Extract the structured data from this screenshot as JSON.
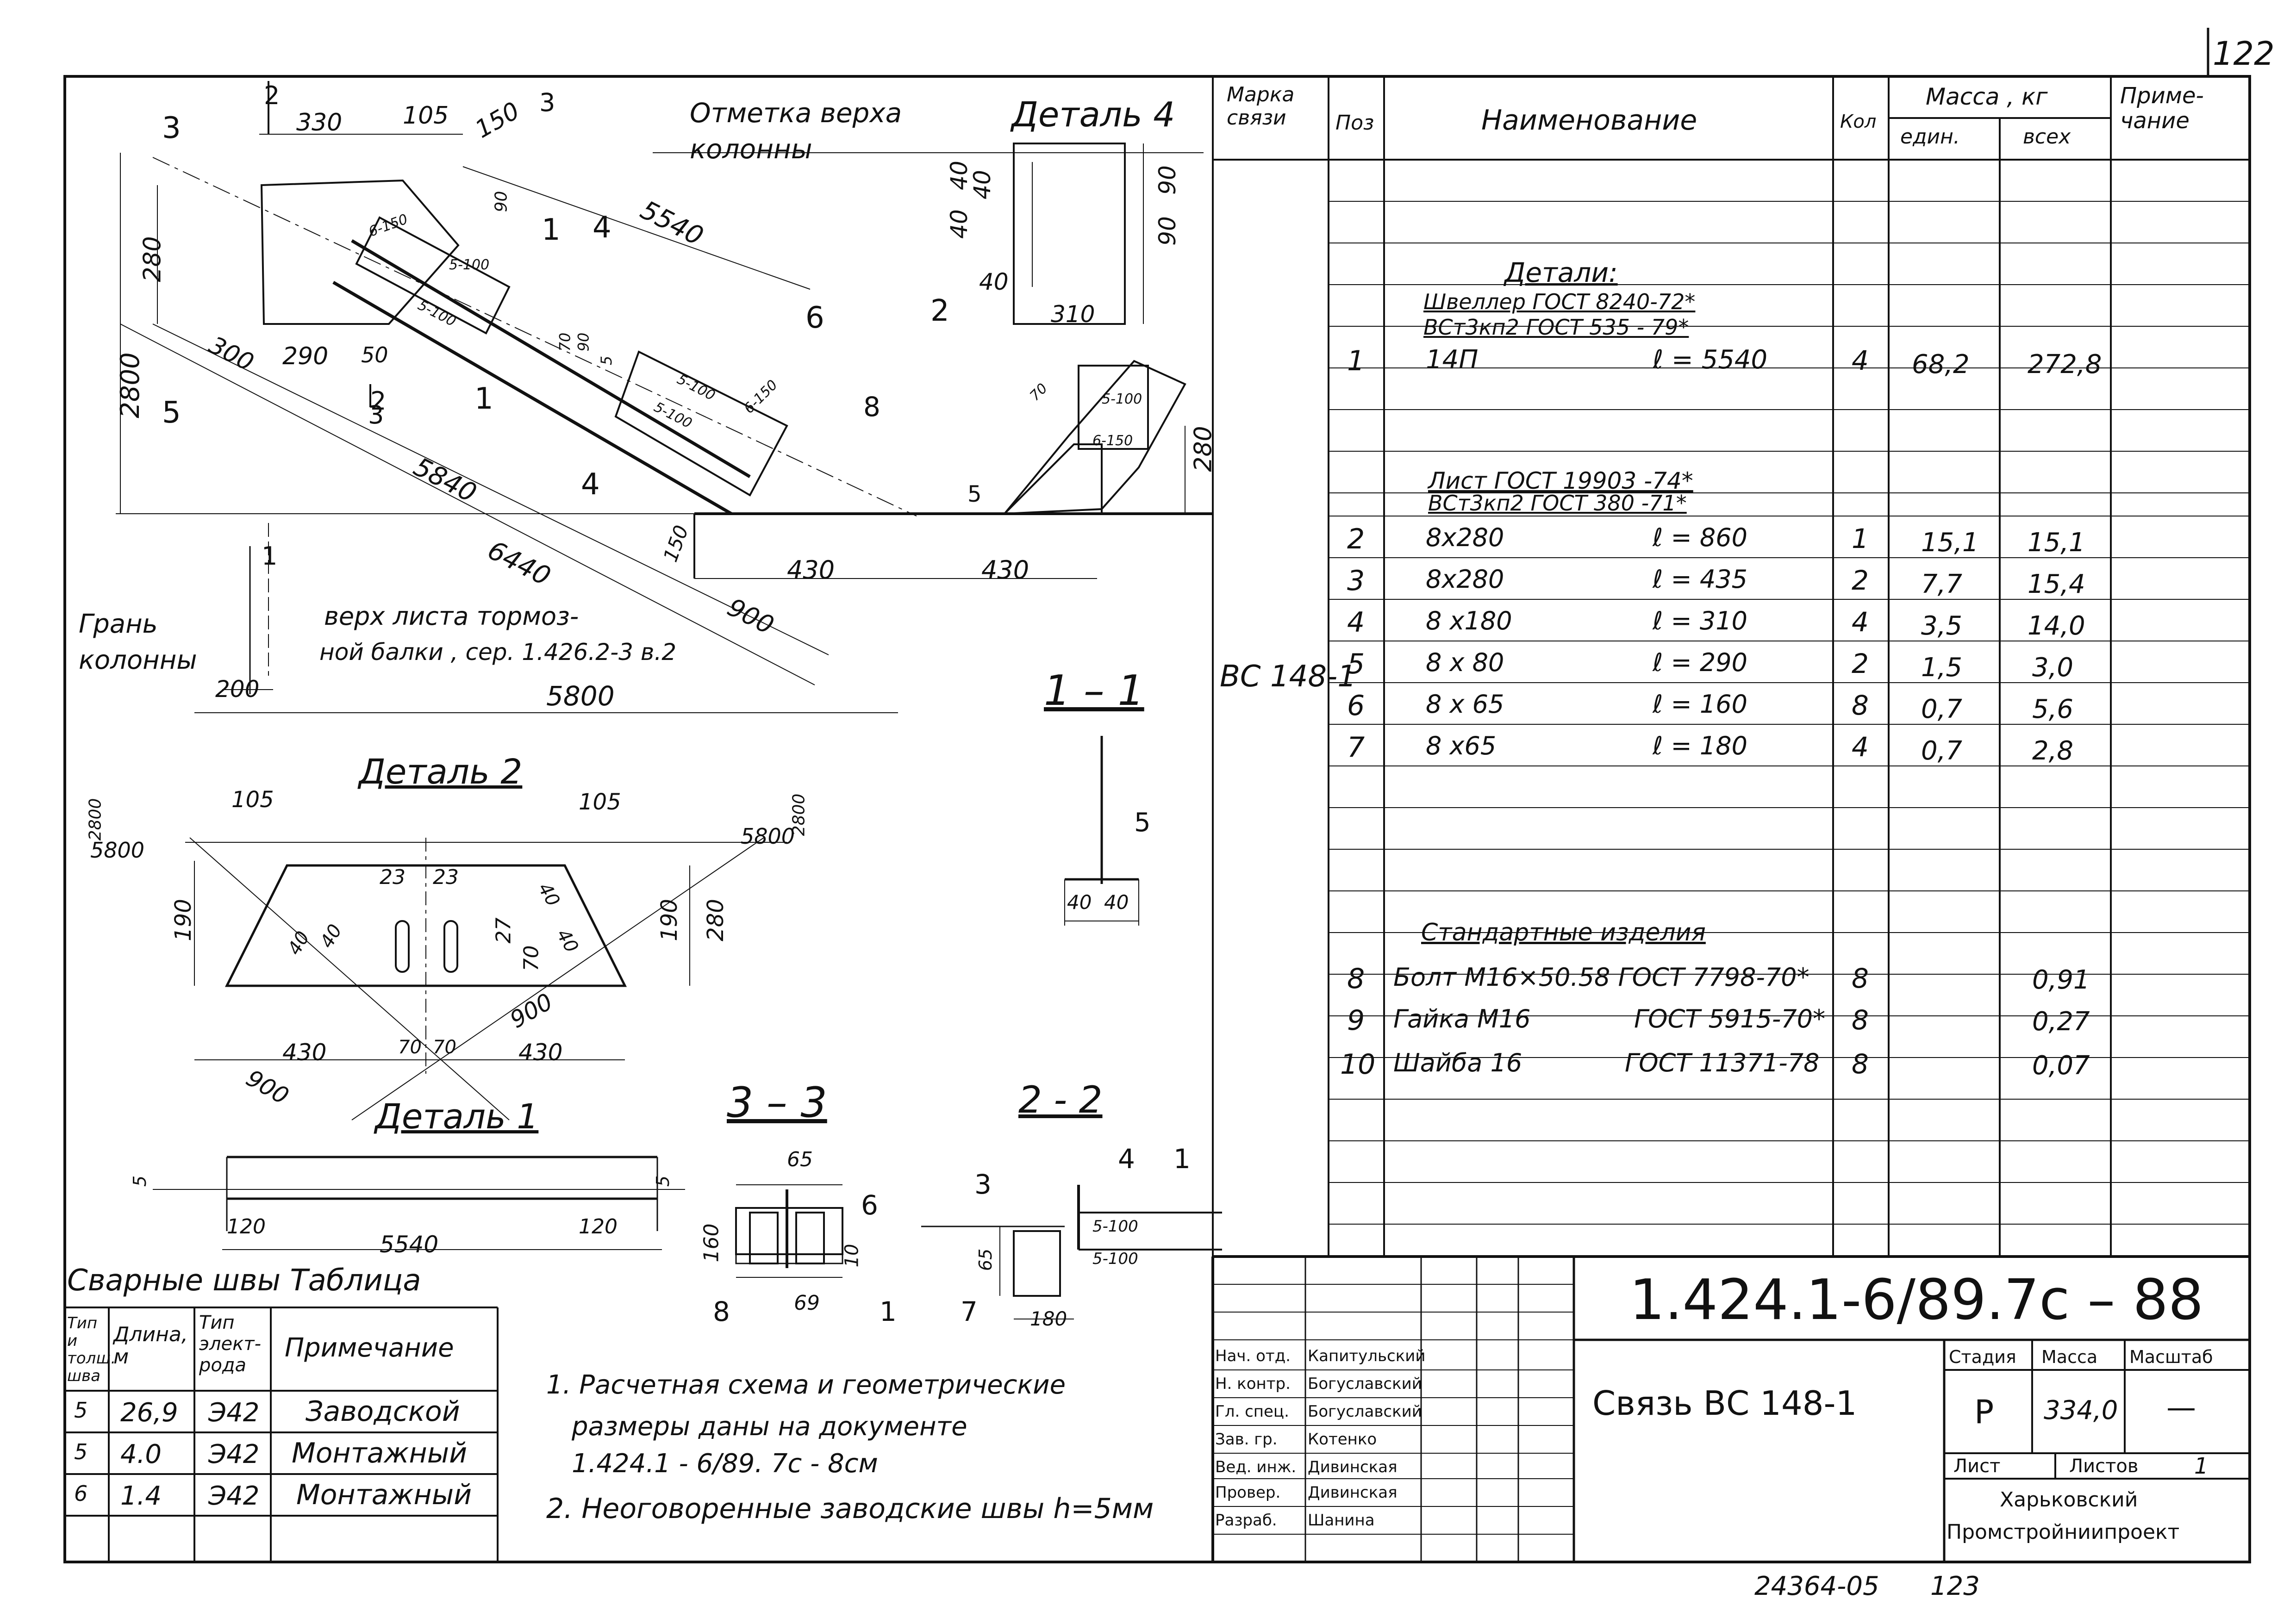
{
  "sheet": {
    "page_number": "122",
    "bottom_code": "24364-05",
    "bottom_page": "123"
  },
  "main_drawing": {
    "labels": {
      "col_top": "Отметка верха колонны",
      "detail4": "Деталь 4",
      "col_face": "Грань колонны",
      "beam_top": [
        "верх листа тормоз-",
        "ной балки , сер. 1.426.2-3 в.2"
      ]
    },
    "dims": [
      "330",
      "105",
      "150",
      "5540",
      "280",
      "2800",
      "300",
      "290",
      "50",
      "5840",
      "6440",
      "900",
      "430",
      "430",
      "5800",
      "200",
      "150",
      "280",
      "6-150",
      "5-100",
      "5-100",
      "5-100",
      "6-150",
      "5-100",
      "5-100",
      "6-150",
      "70",
      "70",
      "90",
      "90",
      "5"
    ],
    "position_marks": [
      "3",
      "1",
      "4",
      "5",
      "6",
      "2",
      "8",
      "4",
      "1",
      "5"
    ],
    "section_marks": [
      "2",
      "3",
      "2",
      "3",
      "1"
    ],
    "detail4_dims": [
      "40",
      "40",
      "90",
      "90",
      "40",
      "40",
      "310"
    ]
  },
  "detail2": {
    "title": "Деталь 2",
    "dims": [
      "105",
      "105",
      "2800",
      "5800",
      "5800",
      "2800",
      "190",
      "190",
      "280",
      "23",
      "23",
      "27",
      "70",
      "40",
      "40",
      "40",
      "40",
      "430",
      "430",
      "70",
      "70",
      "900",
      "900"
    ]
  },
  "section_1_1": {
    "title": "1 – 1",
    "dims": [
      "40",
      "40"
    ],
    "mark": "5"
  },
  "section_3_3": {
    "title": "3 – 3",
    "dims": [
      "65",
      "160",
      "10",
      "69"
    ],
    "marks": [
      "6",
      "8",
      "1"
    ]
  },
  "section_2_2": {
    "title": "2 - 2",
    "dims": [
      "5-100",
      "5-100",
      "65",
      "180"
    ],
    "marks": [
      "3",
      "4",
      "1",
      "7"
    ]
  },
  "detail1": {
    "title": "Деталь 1",
    "dims": [
      "5",
      "5",
      "120",
      "120",
      "5540"
    ]
  },
  "welds_table": {
    "title": "Сварные швы   Таблица",
    "headers": [
      "Тип и толщ. шва",
      "Длина, м",
      "Тип элект- рода",
      "Примечание"
    ],
    "rows": [
      {
        "type": "5",
        "length": "26,9",
        "electrode": "Э42",
        "note": "Заводской"
      },
      {
        "type": "5",
        "length": "4.0",
        "electrode": "Э42",
        "note": "Монтажный"
      },
      {
        "type": "6",
        "length": "1.4",
        "electrode": "Э42",
        "note": "Монтажный"
      }
    ]
  },
  "notes": [
    "1. Расчетная схема и геометрические",
    "размеры даны на документе",
    "1.424.1 - 6/89. 7с - 8см",
    "2. Неоговоренные заводские швы h=5мм"
  ],
  "spec_table": {
    "headers": {
      "mark": "Марка связи",
      "pos": "Поз",
      "name": "Наименование",
      "qty": "Кол",
      "mass": "Масса , кг",
      "mass_unit": "един.",
      "mass_total": "всех",
      "note": "Приме- чание"
    },
    "mark_value": "ВС 148-1",
    "sections": {
      "details": "Детали:",
      "channel_1": "Швеллер      ГОСТ 8240-72*",
      "channel_2": "ВСт3кп2       ГОСТ 535 - 79*",
      "sheet_1": "Лист          ГОСТ 19903 -74*",
      "sheet_2": "ВСт3кп2          ГОСТ 380 -71*",
      "standard": "Стандартные   изделия"
    },
    "rows": [
      {
        "pos": "1",
        "name": "14П",
        "len": "ℓ = 5540",
        "qty": "4",
        "unit": "68,2",
        "total": "272,8"
      },
      {
        "pos": "2",
        "name": "8х280",
        "len": "ℓ = 860",
        "qty": "1",
        "unit": "15,1",
        "total": "15,1"
      },
      {
        "pos": "3",
        "name": "8х280",
        "len": "ℓ = 435",
        "qty": "2",
        "unit": "7,7",
        "total": "15,4"
      },
      {
        "pos": "4",
        "name": "8 х180",
        "len": "ℓ = 310",
        "qty": "4",
        "unit": "3,5",
        "total": "14,0"
      },
      {
        "pos": "5",
        "name": "8 х 80",
        "len": "ℓ = 290",
        "qty": "2",
        "unit": "1,5",
        "total": "3,0"
      },
      {
        "pos": "6",
        "name": "8 х 65",
        "len": "ℓ = 160",
        "qty": "8",
        "unit": "0,7",
        "total": "5,6"
      },
      {
        "pos": "7",
        "name": "8 х65",
        "len": "ℓ = 180",
        "qty": "4",
        "unit": "0,7",
        "total": "2,8"
      },
      {
        "pos": "8",
        "name": "Болт М16×50.58 ГОСТ 7798-70*",
        "len": "",
        "qty": "8",
        "unit": "",
        "total": "0,91"
      },
      {
        "pos": "9",
        "name": "Гайка М16",
        "len": "ГОСТ 5915-70*",
        "qty": "8",
        "unit": "",
        "total": "0,27"
      },
      {
        "pos": "10",
        "name": "Шайба 16",
        "len": "ГОСТ 11371-78",
        "qty": "8",
        "unit": "",
        "total": "0,07"
      }
    ]
  },
  "title_block": {
    "code": "1.424.1-6/89.7с – 88",
    "name": "Связь ВС 148-1",
    "stage_label": "Стадия",
    "mass_label": "Масса",
    "scale_label": "Масштаб",
    "stage": "Р",
    "mass": "334,0",
    "scale": "—",
    "sheet_label": "Лист",
    "sheets_label": "Листов",
    "sheets_value": "1",
    "org": [
      "Харьковский",
      "Промстройниипроект"
    ],
    "staff": [
      {
        "role": "Нач. отд.",
        "name": "Капитульский"
      },
      {
        "role": "Н. контр.",
        "name": "Богуславский"
      },
      {
        "role": "Гл. спец.",
        "name": "Богуславский"
      },
      {
        "role": "Зав. гр.",
        "name": "Котенко"
      },
      {
        "role": "Вед. инж.",
        "name": "Дивинская"
      },
      {
        "role": "Провер.",
        "name": "Дивинская"
      },
      {
        "role": "Разраб.",
        "name": "Шанина"
      }
    ]
  }
}
